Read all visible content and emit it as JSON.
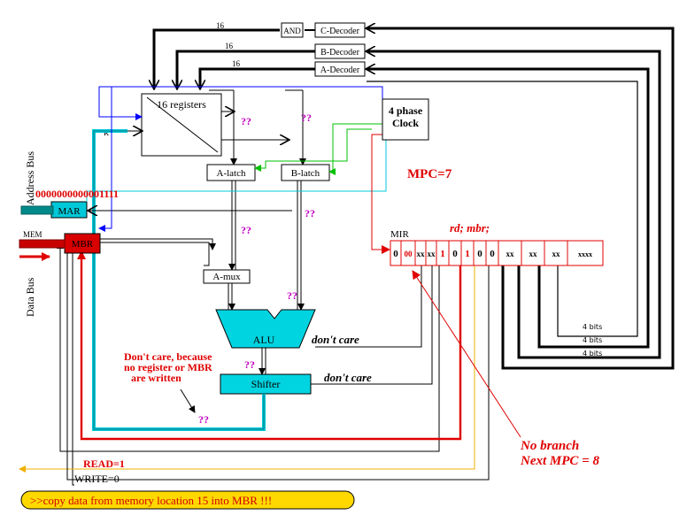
{
  "colors": {
    "black": "#000000",
    "red": "#e00000",
    "cyan": "#00c8d8",
    "teal": "#008a8a",
    "magenta": "#c000c0",
    "blue": "#0000ff",
    "green": "#00c000",
    "yellow": "#ffd800",
    "orange": "#f0b000",
    "mbr_fill": "#d80000"
  },
  "blocks": {
    "registers": "16 registers",
    "r_label": "R",
    "a_latch": "A-latch",
    "b_latch": "B-latch",
    "a_mux": "A-mux",
    "alu": "ALU",
    "shifter": "Shifter",
    "clock_line1": "4 phase",
    "clock_line2": "Clock",
    "and_gate": "AND",
    "c_decoder": "C-Decoder",
    "b_decoder": "B-Decoder",
    "a_decoder": "A-Decoder",
    "mar": "MAR",
    "mbr": "MBR",
    "mem": "MEM"
  },
  "bus_labels": {
    "address_bus": "Address Bus",
    "data_bus": "Data Bus",
    "bus16_c": "16",
    "bus16_b": "16",
    "bus16_a": "16",
    "bits_c": "4 bits",
    "bits_b": "4 bits",
    "bits_a": "4 bits"
  },
  "mir": {
    "label": "MIR",
    "fields": [
      "0",
      "00",
      "xx",
      "xx",
      "1",
      "0",
      "1",
      "0",
      "0",
      "xx",
      "xx",
      "xx",
      "xxxx"
    ]
  },
  "annotations": {
    "mpc": "MPC=7",
    "address_value": "0000000000001111",
    "rd_mbr": "rd; mbr;",
    "alu_dont_care": "don't care",
    "shifter_dont_care": "don't care",
    "note_line1": "Don't care, because",
    "note_line2": "no register or MBR",
    "note_line3": "are written",
    "branch_line1": "No branch",
    "branch_line2": "Next MPC = 8",
    "read": "READ=1",
    "write": "WRITE=0",
    "summary": ">>copy data from memory location 15 into MBR !!!"
  },
  "unknowns": {
    "reg_out": "??",
    "b_in": "??",
    "mar_in": "??",
    "amux_in": "??",
    "alu_b_in": "??",
    "alu_out": "??",
    "bus_c": "??"
  }
}
